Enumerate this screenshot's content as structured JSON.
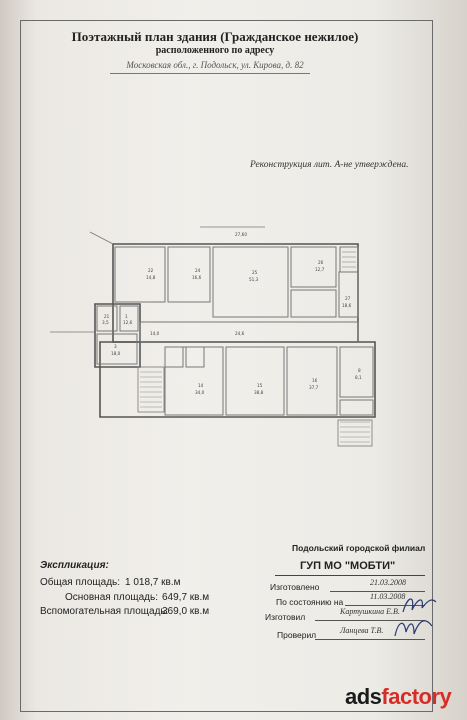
{
  "header": {
    "title": "Поэтажный план здания (Гражданское нежилое)",
    "subtitle": "расположенного по адресу",
    "address": "Московская обл., г. Подольск, ул. Кирова, д. 82"
  },
  "note": "Реконструкция лит. А-не утверждена.",
  "explication": {
    "title": "Экспликация:",
    "total_label": "Общая площадь:",
    "total_value": "1 018,7 кв.м",
    "main_label": "Основная площадь:",
    "main_value": "649,7 кв.м",
    "aux_label": "Вспомогательная площадь:",
    "aux_value": "369,0 кв.м"
  },
  "organization": {
    "branch": "Подольский городской филиал",
    "name": "ГУП МО \"МОБТИ\""
  },
  "signatures": {
    "made_label": "Изготовлено",
    "made_date": "21.03.2008",
    "state_label": "По состоянию на",
    "state_date": "11.03.2008",
    "made_by_label": "Изготовил",
    "made_by": "Картушкина Е.В.",
    "checked_label": "Проверил",
    "checked_by": "Ланцева Т.В."
  },
  "plan": {
    "rooms": [
      {
        "n": "22",
        "a": "14,8"
      },
      {
        "n": "24",
        "a": "16,6"
      },
      {
        "n": "25",
        "a": "51,3"
      },
      {
        "n": "26",
        "a": "12,7"
      },
      {
        "n": "27",
        "a": "18,6"
      },
      {
        "n": "21",
        "a": "3,5"
      },
      {
        "n": "1",
        "a": "12,6"
      },
      {
        "n": "3",
        "a": "18,0"
      },
      {
        "n": "14",
        "a": "34,0"
      },
      {
        "n": "15",
        "a": "38,8"
      },
      {
        "n": "16",
        "a": "37,7"
      },
      {
        "n": "8",
        "a": "8,1"
      }
    ],
    "corridor_a": "14,0",
    "corridor_b": "24,6",
    "top_dim": "27,60"
  },
  "watermark": {
    "a": "ads",
    "b": "factory"
  }
}
